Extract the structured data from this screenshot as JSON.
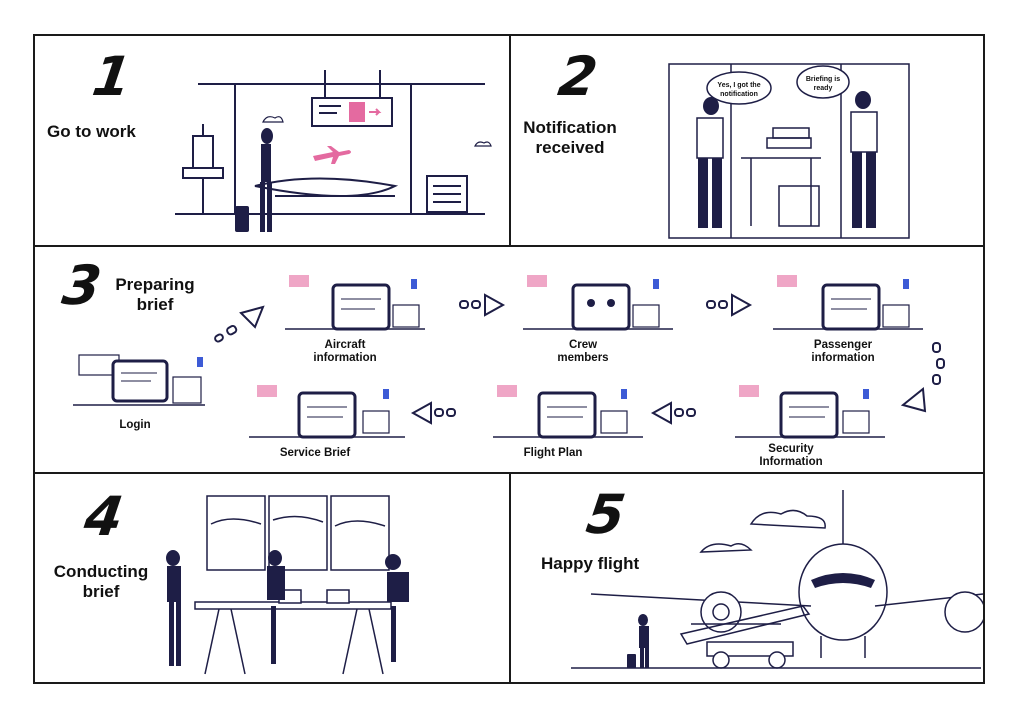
{
  "panels": {
    "p1": {
      "number": "1",
      "title": "Go to work"
    },
    "p2": {
      "number": "2",
      "title_line1": "Notification",
      "title_line2": "received",
      "bubble_left_l1": "Yes, I got the",
      "bubble_left_l2": "notification",
      "bubble_right_l1": "Briefing is",
      "bubble_right_l2": "ready"
    },
    "p3": {
      "number": "3",
      "title_line1": "Preparing",
      "title_line2": "brief",
      "steps": {
        "login": "Login",
        "aircraft_l1": "Aircraft",
        "aircraft_l2": "information",
        "crew_l1": "Crew",
        "crew_l2": "members",
        "passenger_l1": "Passenger",
        "passenger_l2": "information",
        "security_l1": "Security",
        "security_l2": "Information",
        "flight_plan": "Flight Plan",
        "service": "Service Brief"
      }
    },
    "p4": {
      "number": "4",
      "title_line1": "Conducting",
      "title_line2": "brief"
    },
    "p5": {
      "number": "5",
      "title": "Happy flight"
    }
  },
  "colors": {
    "ink": "#1e1e46",
    "accent_pink": "#e46aa0",
    "accent_blue": "#3d5bd6",
    "border": "#1a1a1a"
  }
}
